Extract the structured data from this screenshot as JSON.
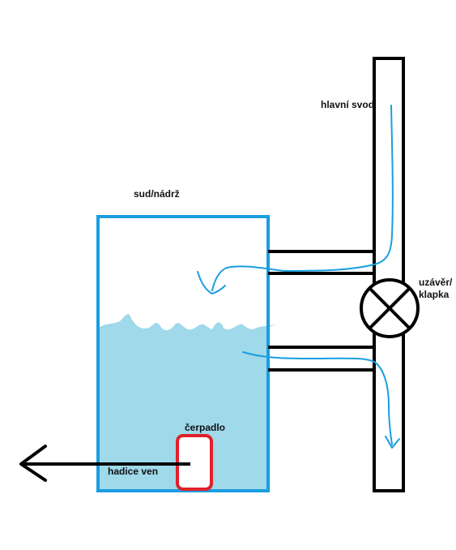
{
  "labels": {
    "main_downpipe": "hlavní svod",
    "barrel": "sud/nádrž",
    "valve_line1": "uzávěr/",
    "valve_line2": "klapka",
    "pump": "čerpadlo",
    "hose": "hadice ven"
  },
  "colors": {
    "outline": "#000000",
    "tank_border": "#1a9ee0",
    "water_fill": "#9fd9ea",
    "flow_arrow": "#1a9ee0",
    "pump_border": "#e0202a",
    "pump_fill": "#ffffff",
    "hose_arrow": "#000000",
    "background": "#ffffff"
  }
}
